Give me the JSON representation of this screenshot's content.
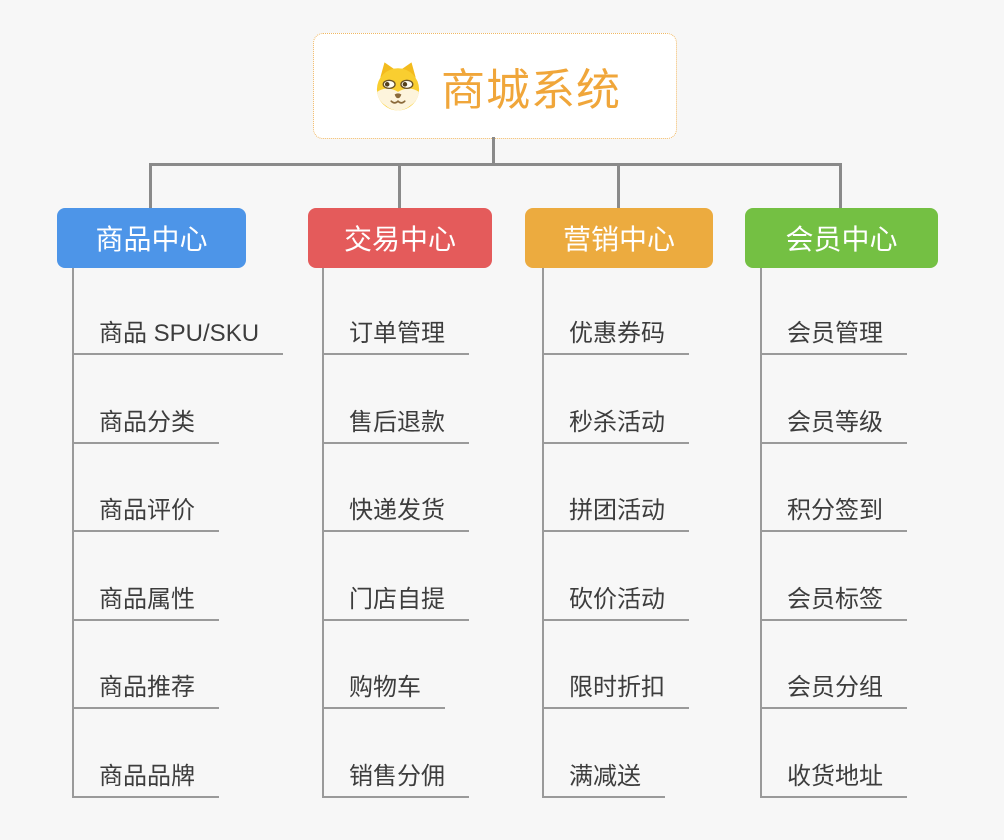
{
  "canvas": {
    "background_color": "#f7f7f7",
    "connector_color": "#8a8a8a"
  },
  "root": {
    "title": "商城系统",
    "icon": "dog-face-icon",
    "title_color": "#f0a63a",
    "border_color": "#f0b863"
  },
  "branches": [
    {
      "label": "商品中心",
      "color": "#4d95e8",
      "children": [
        "商品 SPU/SKU",
        "商品分类",
        "商品评价",
        "商品属性",
        "商品推荐",
        "商品品牌"
      ]
    },
    {
      "label": "交易中心",
      "color": "#e45b5b",
      "children": [
        "订单管理",
        "售后退款",
        "快递发货",
        "门店自提",
        "购物车",
        "销售分佣"
      ]
    },
    {
      "label": "营销中心",
      "color": "#ecab3f",
      "children": [
        "优惠券码",
        "秒杀活动",
        "拼团活动",
        "砍价活动",
        "限时折扣",
        "满减送"
      ]
    },
    {
      "label": "会员中心",
      "color": "#74c043",
      "children": [
        "会员管理",
        "会员等级",
        "积分签到",
        "会员标签",
        "会员分组",
        "收货地址"
      ]
    }
  ]
}
